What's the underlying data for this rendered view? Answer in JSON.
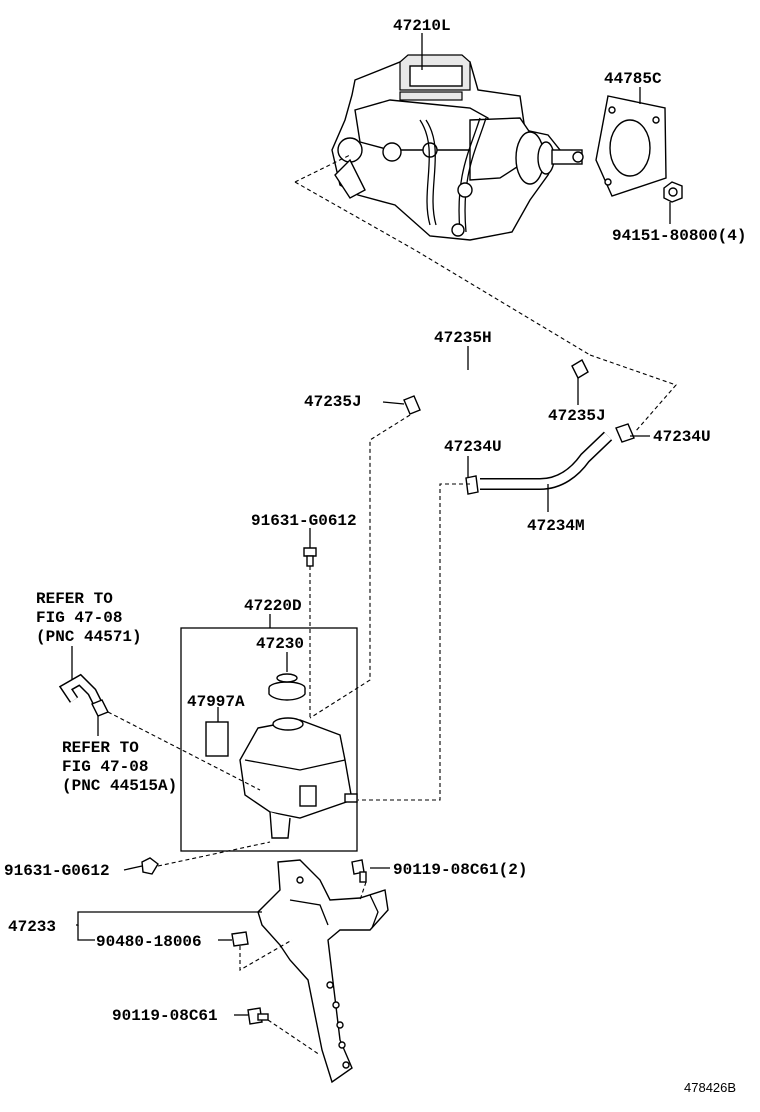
{
  "labels": {
    "p47210L": "47210L",
    "p44785C": "44785C",
    "p94151": "94151-80800(4)",
    "p47235H": "47235H",
    "p47235J_left": "47235J",
    "p47235J_right": "47235J",
    "p47234U_left": "47234U",
    "p47234U_right": "47234U",
    "p47234M": "47234M",
    "p91631_top": "91631-G0612",
    "p47220D": "47220D",
    "p47230": "47230",
    "p47997A": "47997A",
    "p91631_bottom": "91631-G0612",
    "p90119_top": "90119-08C61(2)",
    "p47233": "47233",
    "p90480": "90480-18006",
    "p90119_bottom": "90119-08C61",
    "refer1_line1": "REFER TO",
    "refer1_line2": "FIG 47-08",
    "refer1_line3": "(PNC 44571)",
    "refer2_line1": "REFER TO",
    "refer2_line2": "FIG 47-08",
    "refer2_line3": "(PNC 44515A)",
    "figure_id": "478426B"
  }
}
